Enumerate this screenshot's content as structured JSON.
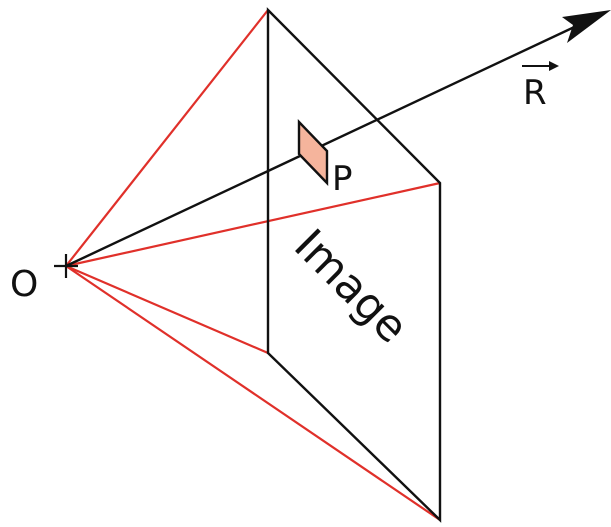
{
  "labels": {
    "origin": "O",
    "point": "P",
    "ray": "R",
    "image_plane": "Image"
  },
  "colors": {
    "frustum": "#e0302a",
    "edges": "#111111",
    "pixel_fill": "#f5b49c",
    "background": "#ffffff"
  }
}
